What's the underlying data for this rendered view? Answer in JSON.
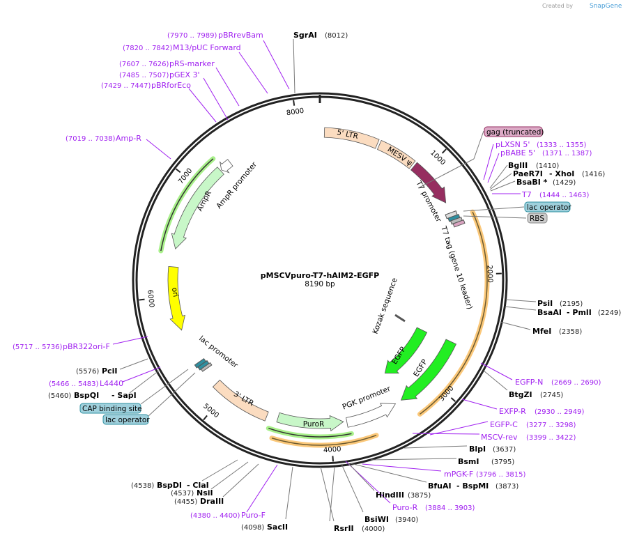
{
  "credit": {
    "prefix": "Created by",
    "brand": "SnapGene"
  },
  "plasmid": {
    "name": "pMSCVpuro-T7-hAIM2-EGFP",
    "size_label": "8190 bp",
    "length": 8190
  },
  "ticks": [
    "1000",
    "2000",
    "3000",
    "4000",
    "5000",
    "6000",
    "7000",
    "8000"
  ],
  "features": [
    {
      "label": "5' LTR",
      "start": 40,
      "end": 520,
      "dir": 0,
      "color": "#fbdcc0"
    },
    {
      "label": "MESV ψ",
      "start": 540,
      "end": 880,
      "dir": 0,
      "color": "#fbdcc0"
    },
    {
      "label": "gag (truncated)",
      "start": 900,
      "end": 1330,
      "dir": 1,
      "color": "#962e60"
    },
    {
      "label": "EGFP",
      "start": 2620,
      "end": 3320,
      "dir": 1,
      "color": "#22ee22"
    },
    {
      "label": "EGFP",
      "start": 2640,
      "end": 3300,
      "dir": 1,
      "color": "#22ee22"
    },
    {
      "label": "PGK promoter",
      "start": 3380,
      "end": 3850,
      "dir": -1,
      "color": "#ffffff"
    },
    {
      "label": "PuroR",
      "start": 3880,
      "end": 4480,
      "dir": -1,
      "color": "#c8f7c8"
    },
    {
      "label": "3' LTR",
      "start": 4580,
      "end": 5120,
      "dir": 0,
      "color": "#fbdcc0"
    },
    {
      "label": "ori",
      "start": 5690,
      "end": 6260,
      "dir": -1,
      "color": "#ffff00"
    },
    {
      "label": "AmpR",
      "start": 6420,
      "end": 7230,
      "dir": -1,
      "color": "#c8f7c8"
    },
    {
      "label": "AmpR promoter",
      "start": 7240,
      "end": 7340,
      "dir": -1,
      "color": "#ffffff"
    }
  ],
  "inner_labels": {
    "t7_promoter": "T7 promoter",
    "t7_tag": "T7 tag (gene 10 leader)",
    "kozak": "Kozak sequence",
    "lac_promoter": "lac promoter"
  },
  "sites_right": [
    {
      "name": "SgrAI",
      "pos": "(8012)"
    },
    {
      "name": "BglII",
      "pos": "(1410)"
    },
    {
      "name": "PaeR7I",
      "name2": "- XhoI",
      "pos": "(1416)"
    },
    {
      "name": "BsaBI *",
      "pos": "(1429)"
    },
    {
      "name": "PsiI",
      "pos": "(2195)"
    },
    {
      "name": "BsaAI",
      "name2": "- PmlI",
      "pos": "(2249)"
    },
    {
      "name": "MfeI",
      "pos": "(2358)"
    },
    {
      "name": "BtgZI",
      "pos": "(2745)"
    },
    {
      "name": "BlpI",
      "pos": "(3637)"
    },
    {
      "name": "BsmI",
      "pos": "(3795)"
    },
    {
      "name": "BfuAI",
      "name2": "- BspMI",
      "pos": "(3873)"
    },
    {
      "name": "HindIII",
      "pos": "(3875)"
    },
    {
      "name": "BsiWI",
      "pos": "(3940)"
    },
    {
      "name": "RsrII",
      "pos": "(4000)"
    }
  ],
  "sites_left": [
    {
      "name": "SacII",
      "pos": "(4098)"
    },
    {
      "name": "DraIII",
      "pos": "(4455)"
    },
    {
      "name": "NsiI",
      "pos": "(4537)"
    },
    {
      "name": "BspDI",
      "name2": "- ClaI",
      "pos": "(4538)"
    },
    {
      "name": "BspQI",
      "name2": "- SapI",
      "pos": "(5460)"
    },
    {
      "name": "PciI",
      "pos": "(5576)"
    }
  ],
  "primers": [
    {
      "name": "pBRrevBam",
      "range": "(7970 .. 7989)"
    },
    {
      "name": "M13/pUC Forward",
      "range": "(7820 .. 7842)"
    },
    {
      "name": "pRS-marker",
      "range": "(7607 .. 7626)"
    },
    {
      "name": "pGEX 3'",
      "range": "(7485 .. 7507)"
    },
    {
      "name": "pBRforEco",
      "range": "(7429 .. 7447)"
    },
    {
      "name": "Amp-R",
      "range": "(7019 .. 7038)"
    },
    {
      "name": "pBR322ori-F",
      "range": "(5717 .. 5736)"
    },
    {
      "name": "L4440",
      "range": "(5466 .. 5483)"
    },
    {
      "name": "Puro-F",
      "range": "(4380 .. 4400)"
    },
    {
      "name": "pLXSN 5'",
      "range": "(1333 .. 1355)"
    },
    {
      "name": "pBABE 5'",
      "range": "(1371 .. 1387)"
    },
    {
      "name": "T7",
      "range": "(1444 .. 1463)"
    },
    {
      "name": "EGFP-N",
      "range": "(2669 .. 2690)"
    },
    {
      "name": "EXFP-R",
      "range": "(2930 .. 2949)"
    },
    {
      "name": "EGFP-C",
      "range": "(3277 .. 3298)"
    },
    {
      "name": "MSCV-rev",
      "range": "(3399 .. 3422)"
    },
    {
      "name": "mPGK-F",
      "range": "(3796 .. 3815)"
    },
    {
      "name": "Puro-R",
      "range": "(3884 .. 3903)"
    }
  ],
  "boxes": {
    "gag": "gag (truncated)",
    "lac_operator_r": "lac operator",
    "rbs": "RBS",
    "cap": "CAP binding site",
    "lac_operator_l": "lac operator"
  }
}
